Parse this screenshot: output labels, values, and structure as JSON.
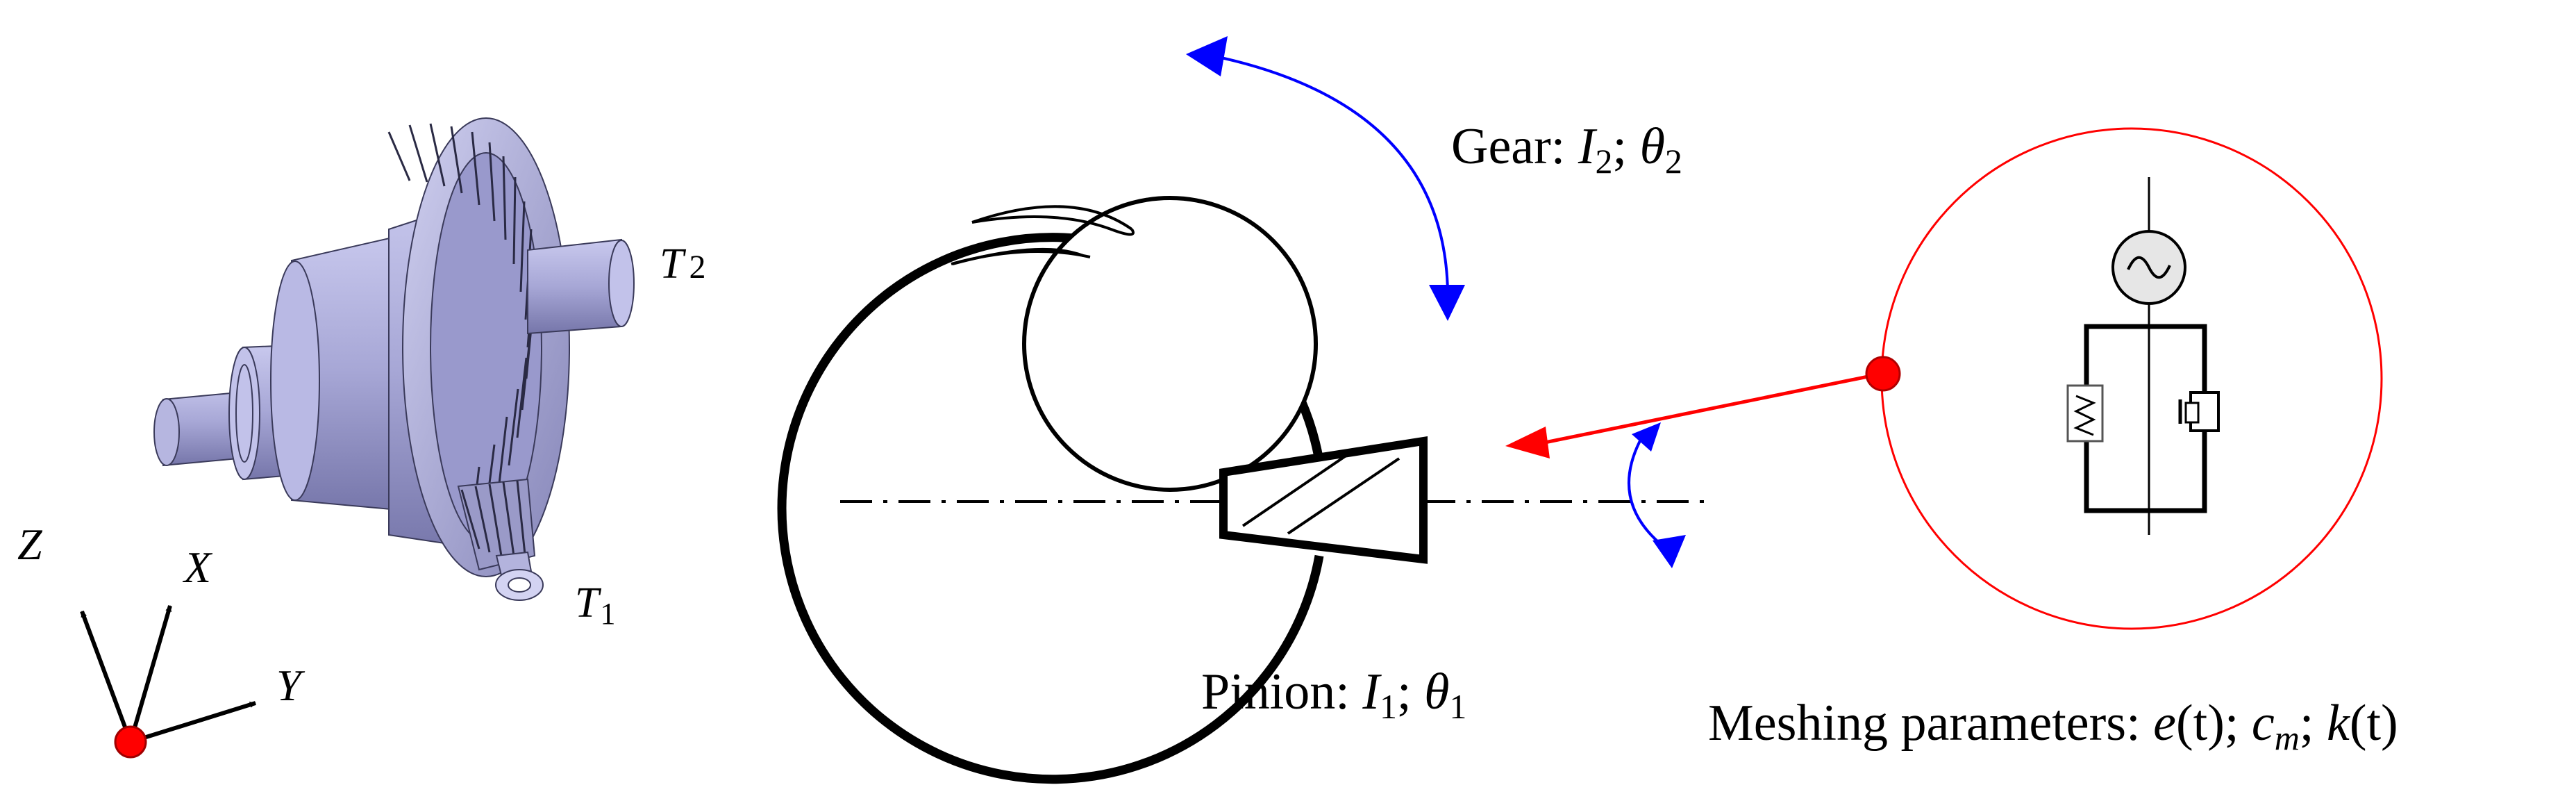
{
  "axes": {
    "z": "Z",
    "x": "X",
    "y": "Y",
    "origin_color": "#ff0000"
  },
  "torques": {
    "t2_symbol": "T",
    "t2_sub": "2",
    "t1_symbol": "T",
    "t1_sub": "1"
  },
  "gear_label": {
    "prefix": "Gear: ",
    "inertia": "I",
    "inertia_sub": "2",
    "sep": "; ",
    "angle": "θ",
    "angle_sub": "2"
  },
  "pinion_label": {
    "prefix": "Pinion: ",
    "inertia": "I",
    "inertia_sub": "1",
    "sep": "; ",
    "angle": "θ",
    "angle_sub": "1"
  },
  "meshing_label": {
    "prefix": "Meshing parameters: ",
    "e": "e",
    "e_arg": "(t)",
    "sep1": "; ",
    "c": "c",
    "c_sub": "m",
    "sep2": "; ",
    "k": "k",
    "k_arg": "(t)"
  },
  "colors": {
    "rotation_arrow": "#0000ff",
    "mesh_link": "#ff0000",
    "gear_model": "#a9a9d8",
    "outline": "#000000"
  },
  "icons": [
    "coordinate-axes-icon",
    "rotation-arrow-icon",
    "spring-icon",
    "damper-icon",
    "excitation-source-icon"
  ]
}
